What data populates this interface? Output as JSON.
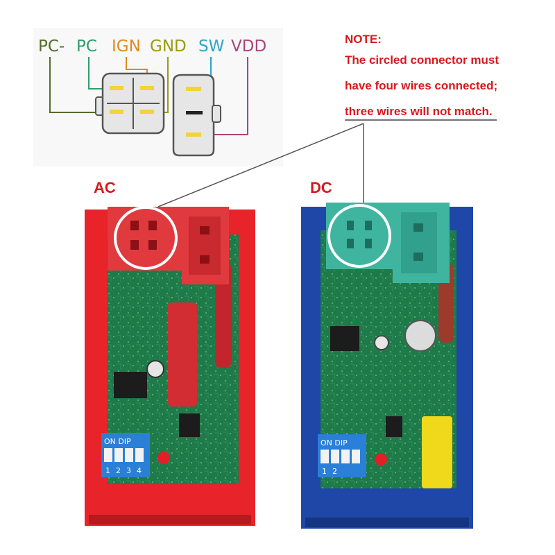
{
  "wiring_diagram": {
    "pins": [
      {
        "label": "PC-",
        "color": "#556b2f"
      },
      {
        "label": "PC",
        "color": "#2e9e6a"
      },
      {
        "label": "IGN",
        "color": "#e08a1e"
      },
      {
        "label": "GND",
        "color": "#9a9a12"
      },
      {
        "label": "SW",
        "color": "#2aa6c4"
      },
      {
        "label": "VDD",
        "color": "#a8457a"
      }
    ]
  },
  "note": {
    "heading": "NOTE:",
    "lines": [
      "The circled connector must",
      "have four wires connected;",
      "three wires will not match."
    ],
    "color": "#d7191c"
  },
  "units": [
    {
      "label": "AC",
      "housing_color": "#e8232a",
      "connector_color": "#e03a3e",
      "label_color": "#d7191c"
    },
    {
      "label": "DC",
      "housing_color": "#1f47a8",
      "connector_color": "#3fb5a0",
      "label_color": "#d7191c"
    }
  ],
  "dip_switches": [
    {
      "header": "ON DIP",
      "numbers": [
        "1",
        "2",
        "3",
        "4"
      ]
    },
    {
      "header": "ON DIP",
      "numbers": [
        "1",
        "2"
      ]
    }
  ],
  "pcb_color": "#1f7a4a"
}
